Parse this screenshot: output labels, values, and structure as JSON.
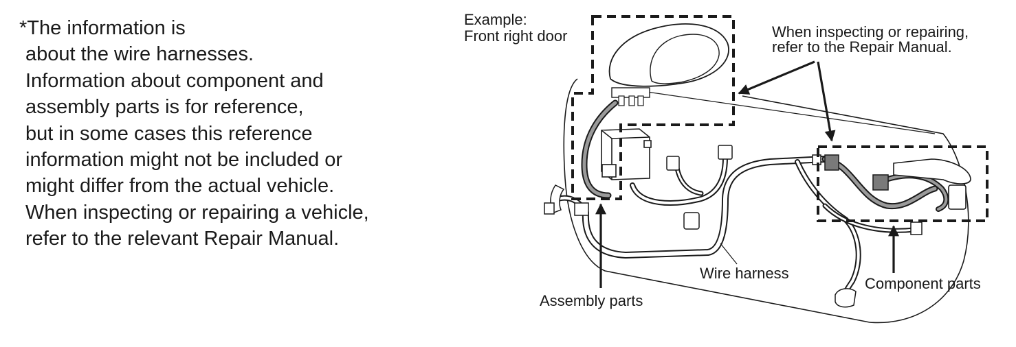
{
  "note": {
    "lines": [
      "*The information is",
      "about the wire harnesses.",
      "Information about component and",
      "assembly parts is for reference,",
      "but in some cases this reference",
      "information might not be included or",
      "might differ from the actual vehicle.",
      "When inspecting or repairing a vehicle,",
      "refer to the relevant Repair Manual."
    ]
  },
  "diagram": {
    "example_title": "Example:",
    "example_subtitle": "Front right door",
    "repair_note_line1": "When inspecting or repairing,",
    "repair_note_line2": "refer to the Repair Manual.",
    "wire_harness_label": "Wire harness",
    "assembly_parts_label": "Assembly parts",
    "component_parts_label": "Component parts"
  }
}
